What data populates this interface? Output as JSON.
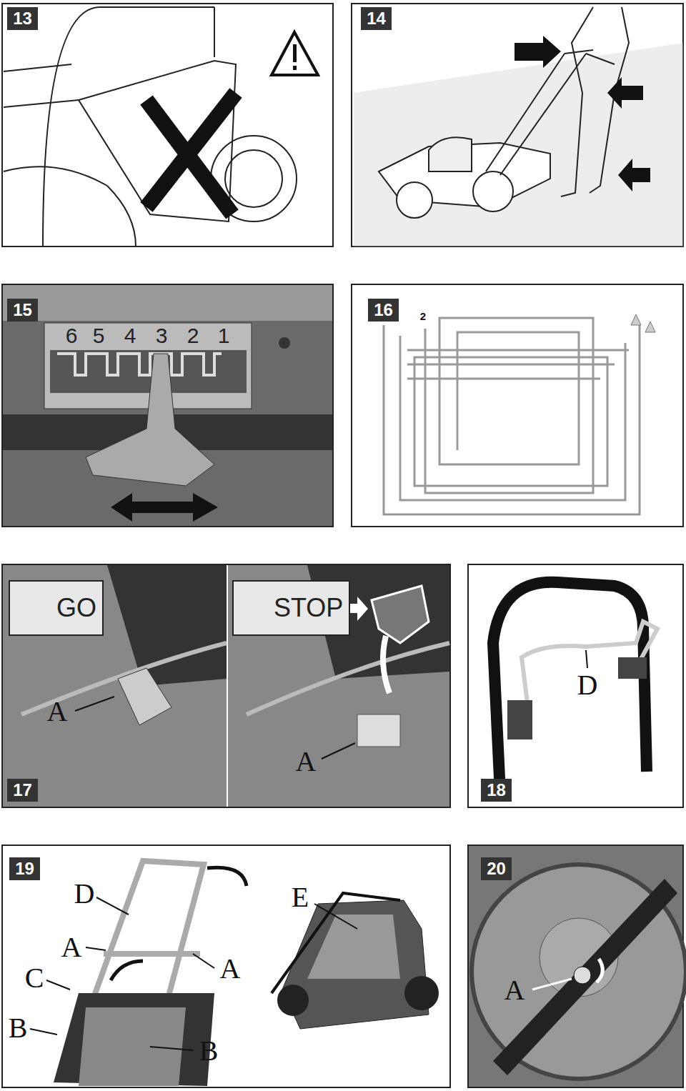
{
  "diagram": {
    "nodes": [
      {
        "text": [
          "13"
        ]
      },
      {
        "text": [
          "14"
        ]
      },
      {
        "text": [
          "15"
        ]
      },
      {
        "text": [
          "16"
        ]
      },
      {
        "text": [
          "GO"
        ]
      },
      {
        "text": [
          "STOP"
        ]
      },
      {
        "text": [
          "17"
        ]
      },
      {
        "text": [
          "18"
        ]
      },
      {
        "text": [
          "19"
        ]
      },
      {
        "text": [
          "20"
        ]
      }
    ],
    "labels": [
      "6",
      "5",
      "4",
      "3",
      "2",
      "1",
      "2",
      "A",
      "A",
      "D",
      "D",
      "A",
      "A",
      "C",
      "B",
      "B",
      "E",
      "A"
    ]
  }
}
